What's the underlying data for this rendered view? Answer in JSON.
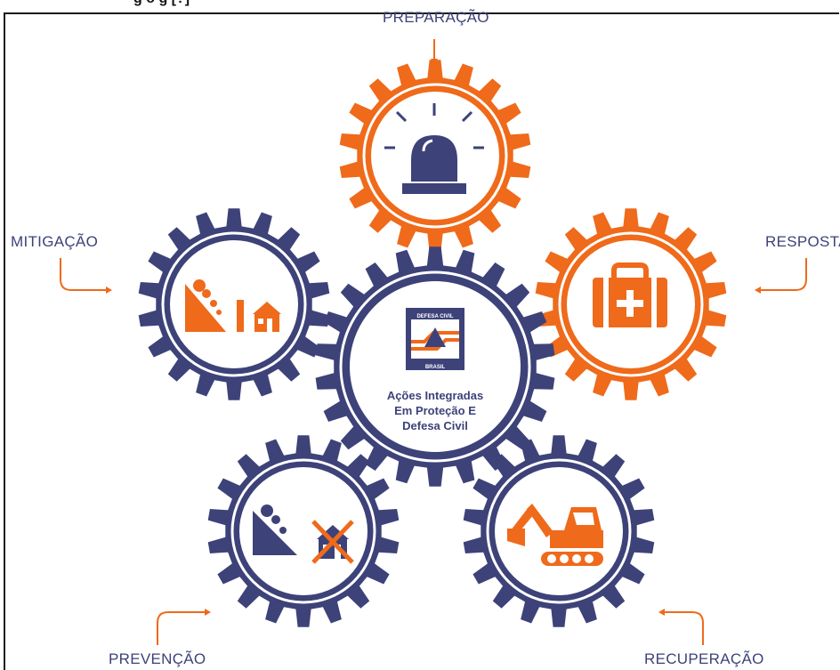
{
  "header_fragment": "g o g  [?]",
  "stages": {
    "preparacao": "PREPARAÇÃO",
    "resposta": "RESPOSTA",
    "recuperacao": "RECUPERAÇÃO",
    "prevencao": "PREVENÇÃO",
    "mitigacao": "MITIGAÇÃO"
  },
  "center": {
    "line1": "Ações Integradas",
    "line2": "Em Proteção E",
    "line3": "Defesa Civil",
    "logo_top": "DEFESA CIVIL",
    "logo_bottom": "BRASIL"
  },
  "colors": {
    "navy": "#3d4279",
    "orange": "#ef6a1a",
    "white": "#ffffff"
  },
  "icons": {
    "preparacao": "siren-icon",
    "resposta": "first-aid-kit-icon",
    "recuperacao": "excavator-icon",
    "prevencao": "landslide-crossed-house-icon",
    "mitigacao": "landslide-wall-house-icon",
    "center": "defesa-civil-logo"
  }
}
